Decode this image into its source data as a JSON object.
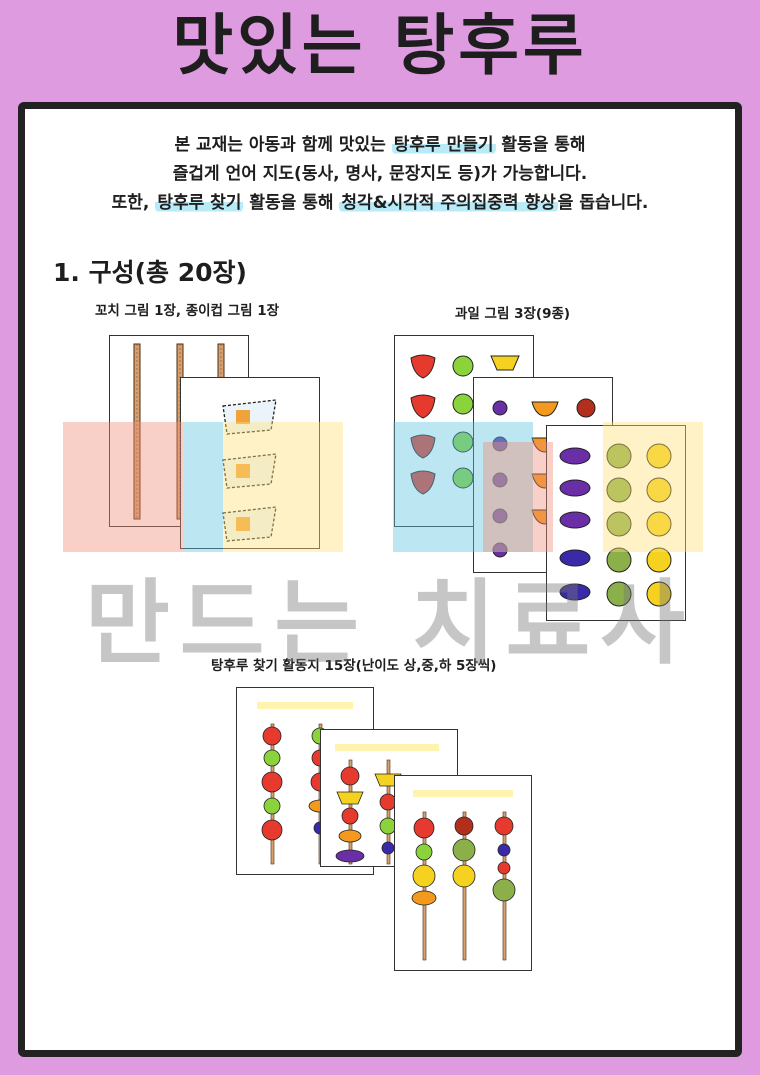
{
  "title": "맛있는 탕후루",
  "intro": {
    "l1_a": "본 교재는 아동과 함께 맛있는 ",
    "l1_hl": "탕후루 만들기",
    "l1_b": " 활동을 통해",
    "l2": "즐겁게 언어 지도(동사, 명사, 문장지도 등)가 가능합니다.",
    "l3_a": "또한, ",
    "l3_hl1": "탕후루 찾기",
    "l3_b": " 활동을 통해 ",
    "l3_hl2": "청각&시각적 주의집중력 향상",
    "l3_c": "을 돕습니다."
  },
  "section": {
    "heading": "1. 구성(총 20장)"
  },
  "captions": {
    "skewer_cup": "꼬치 그림 1장, 종이컵 그림 1장",
    "fruit": "과일 그림 3장(9종)",
    "activity": "탕후루 찾기 활동지 15장(난이도 상,중,하 5장씩)"
  },
  "watermark": {
    "text": "만드는 치료사"
  },
  "colors": {
    "background": "#de9be0",
    "highlight": "#b8ebf7",
    "border": "#222222",
    "strawberry": "#e63a2e",
    "grape_green": "#8bd33b",
    "grape_purple": "#6a2fa6",
    "orange": "#f39a1e",
    "cherry": "#b22f1e",
    "kiwi": "#8bb04a",
    "lemon": "#f5d21f",
    "blueberry": "#3a2aa8"
  }
}
